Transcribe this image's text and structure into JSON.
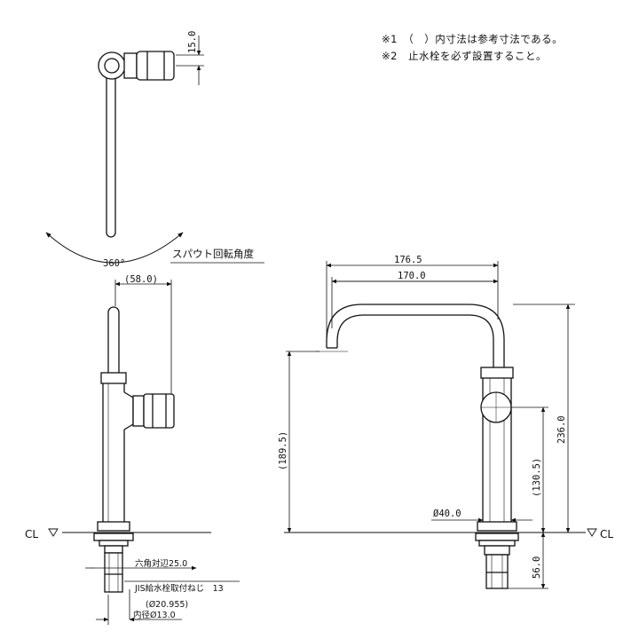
{
  "notes": [
    "※1　（　）内寸法は参考寸法である。",
    "※2　止水栓を必ず設置すること。"
  ],
  "labels": {
    "rotation_angle": "360°",
    "spout_rotation": "スパウト回転角度",
    "centerline_left": "CL",
    "centerline_right": "CL",
    "hex_width": "六角対辺25.0",
    "jis_thread": "JIS給水栓取付ねじ　13",
    "thread_diameter": "(Ø20.955)",
    "inner_diameter": "内径Ø13.0"
  },
  "dimensions": {
    "handle_offset": "15.0",
    "handle_reach": "(58.0)",
    "spout_overall": "176.5",
    "spout_reach": "170.0",
    "spout_height": "(189.5)",
    "total_height": "236.0",
    "handle_height": "(130.5)",
    "body_diameter": "Ø40.0",
    "shank_length": "56.0"
  }
}
